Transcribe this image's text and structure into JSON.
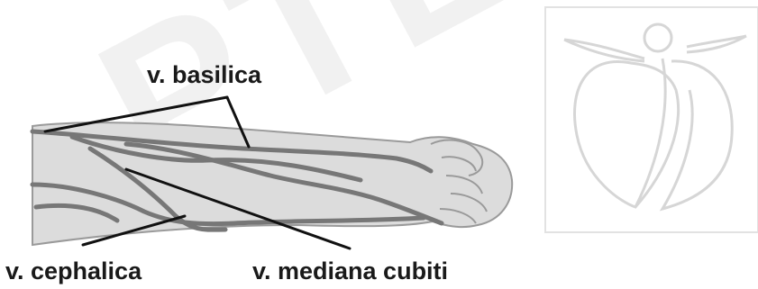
{
  "labels": {
    "basilica": "v. basilica",
    "cephalica": "v. cephalica",
    "mediana_cubiti": "v. mediana cubiti"
  },
  "watermark": {
    "text": "PTE"
  },
  "colors": {
    "skin_fill": "#dcdcdc",
    "skin_outline": "#9a9a9a",
    "vein": "#777777",
    "leader_line": "#111111",
    "logo_stroke": "#d6d6d6"
  },
  "icons": {
    "logo": "stylized-figure-logo"
  }
}
